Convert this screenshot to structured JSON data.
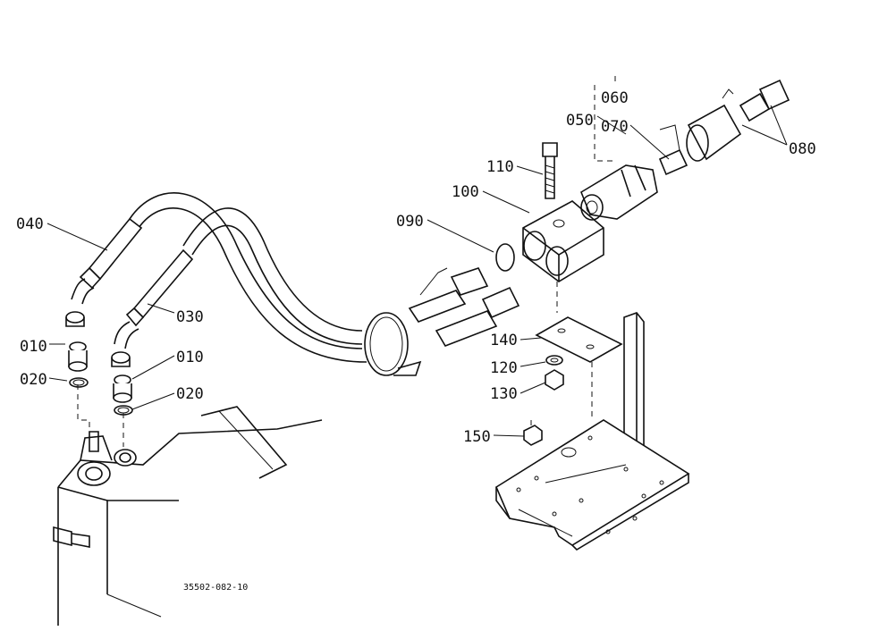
{
  "diagram": {
    "drawing_number": "35502-082-10",
    "labels": {
      "p040": "040",
      "p010_left": "010",
      "p020_left": "020",
      "p030": "030",
      "p010_right": "010",
      "p020_right": "020",
      "p090": "090",
      "p100": "100",
      "p110": "110",
      "p050": "050",
      "p060": "060",
      "p070": "070",
      "p080": "080",
      "p140": "140",
      "p120": "120",
      "p130": "130",
      "p150": "150"
    }
  }
}
